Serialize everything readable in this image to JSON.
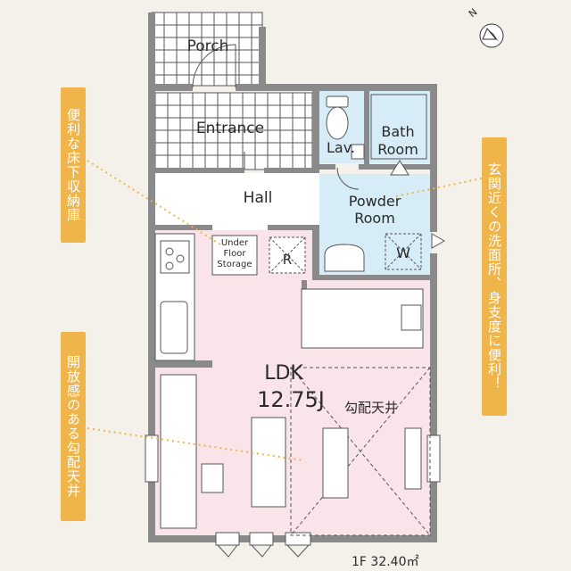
{
  "rooms": {
    "porch": "Porch",
    "entrance": "Entrance",
    "lav": "Lav.",
    "bath_line1": "Bath",
    "bath_line2": "Room",
    "hall": "Hall",
    "powder_line1": "Powder",
    "powder_line2": "Room",
    "washer": "W",
    "refrigerator": "R",
    "storage_line1": "Under",
    "storage_line2": "Floor",
    "storage_line3": "Storage",
    "ldk_name": "LDK",
    "ldk_size": "12.75J",
    "ceiling_note": "勾配天井"
  },
  "callouts": {
    "left_top": "便利な床下収納庫",
    "left_bottom": "開放感のある勾配天井",
    "right": "玄関近くの洗面所、身支度に便利！"
  },
  "footer": {
    "floor_area": "1F 32.40㎡"
  },
  "compass": {
    "north_label": "N"
  },
  "colors": {
    "wall": "#8a8a8a",
    "ldk_floor": "#f9e4ea",
    "wet_floor": "#d6ecf7",
    "callout": "#f0b54a",
    "background": "#f4f1ea"
  }
}
